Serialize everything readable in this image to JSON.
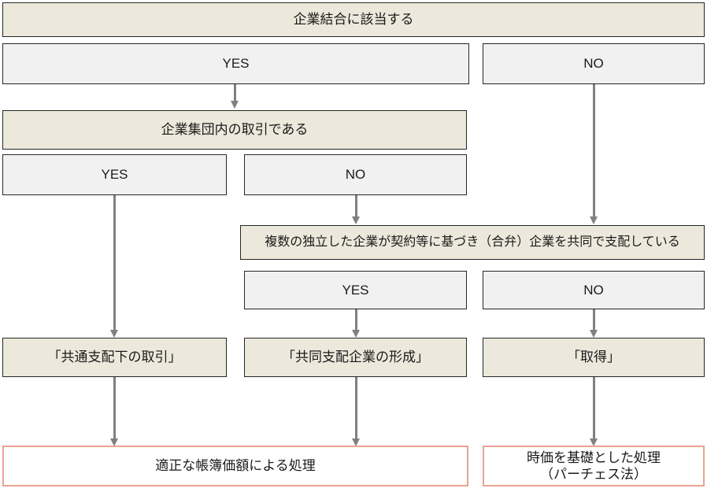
{
  "diagram": {
    "title_text": "企業結合に該当する",
    "colors": {
      "question_fill": "#ece9dc",
      "branch_fill": "#f1f1f1",
      "result_border": "#e9a392",
      "arrow": "#808080",
      "box_border": "#262626"
    },
    "nodes": {
      "q1": "企業結合に該当する",
      "q1_yes": "YES",
      "q1_no": "NO",
      "q2": "企業集団内の取引である",
      "q2_yes": "YES",
      "q2_no": "NO",
      "q3": "複数の独立した企業が契約等に基づき（合弁）企業を共同で支配している",
      "q3_yes": "YES",
      "q3_no": "NO",
      "r1": "「共通支配下の取引」",
      "r2": "「共同支配企業の形成」",
      "r3": "「取得」",
      "out1": "適正な帳簿価額による処理",
      "out2": "時価を基礎とした処理\n（パーチェス法）"
    }
  }
}
